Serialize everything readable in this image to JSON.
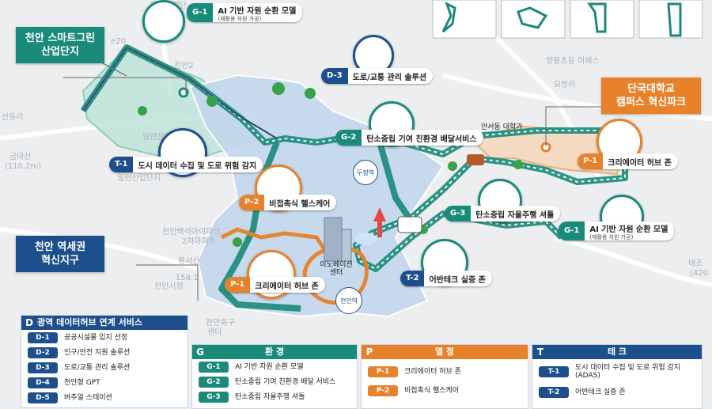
{
  "map_labels": {
    "label_1": "일반산업단",
    "label_2": "e20",
    "label_3": "천안2",
    "label_4": "일반산업",
    "label_5": "산동리",
    "label_6": "금마산",
    "label_7": "(110.2m)",
    "label_8": "일반산업단지",
    "label_9": "천안백석아이파크",
    "label_10": "2차아파트",
    "label_11": "봉서산",
    "label_12": "158.1",
    "label_13": "천안시청",
    "label_14": "천안축구",
    "label_15": "센터",
    "label_16": "양황초등",
    "label_17": "요방리",
    "label_18": "어패스",
    "label_19": "태조",
    "label_20": "(420"
  },
  "regions": {
    "smartgreen": "천안 스마트그린\n산업단지",
    "dankook": "단국대학교\n캠퍼스 혁신파크",
    "station": "천안 역세권\n혁신지구"
  },
  "places": {
    "anseo": "안서동 대학가",
    "dujeong": "두정역",
    "cheonan_station": "천안역",
    "innovation_center": "이노베이션\n센터"
  },
  "callouts": {
    "g1_top": {
      "code": "G-1",
      "label": "AI 기반 자원 순환 모델",
      "sub": "(재활용 자원 가공)"
    },
    "d3": {
      "code": "D-3",
      "label": "도로/교통 관리 솔루션"
    },
    "g2": {
      "code": "G-2",
      "label": "탄소중립 기여 친환경 배달서비스"
    },
    "t1": {
      "code": "T-1",
      "label": "도시 데이터 수집 및 도로 위험 감지"
    },
    "p2": {
      "code": "P-2",
      "label": "비접촉식 헬스케어"
    },
    "p1_left": {
      "code": "P-1",
      "label": "크리에이터 허브 존"
    },
    "p1_right": {
      "code": "P-1",
      "label": "크리에이터 허브 존"
    },
    "g3": {
      "code": "G-3",
      "label": "탄소중립 자율주행 셔틀"
    },
    "g1_right": {
      "code": "G-1",
      "label": "AI 기반 자원 순환 모델",
      "sub": "(재활용 자원 가공)"
    },
    "t2": {
      "code": "T-2",
      "label": "어반테크 실증 존"
    }
  },
  "legend": {
    "d": {
      "letter": "D",
      "title": "광역 데이터허브 연계 서비스",
      "items": [
        {
          "code": "D-1",
          "text": "공공시설물 입지 선정"
        },
        {
          "code": "D-2",
          "text": "인구/안전 지원 솔루션"
        },
        {
          "code": "D-3",
          "text": "도로/교통 관리 솔루션"
        },
        {
          "code": "D-4",
          "text": "천안형 GPT"
        },
        {
          "code": "D-5",
          "text": "버추얼 스테이션"
        }
      ]
    },
    "g": {
      "letter": "G",
      "title": "환 경",
      "items": [
        {
          "code": "G-1",
          "text": "AI 기반 자원 순환 모델"
        },
        {
          "code": "G-2",
          "text": "탄소중립 기여 친환경 배달 서비스"
        },
        {
          "code": "G-3",
          "text": "탄소중립 자율주행 셔틀"
        }
      ]
    },
    "p": {
      "letter": "P",
      "title": "열 정",
      "items": [
        {
          "code": "P-1",
          "text": "크리에이터 허브 존"
        },
        {
          "code": "P-2",
          "text": "비접촉식 헬스케어"
        }
      ]
    },
    "t": {
      "letter": "T",
      "title": "테 크",
      "items": [
        {
          "code": "T-1",
          "text": "도시 데이터 수집 및 도로 위험 감지\n(ADAS)"
        },
        {
          "code": "T-2",
          "text": "어반테크 실증 존"
        }
      ]
    }
  },
  "colors": {
    "d": "#1d4f8c",
    "g": "#1a8a7a",
    "p": "#e8822a",
    "t": "#1d4f8c"
  }
}
